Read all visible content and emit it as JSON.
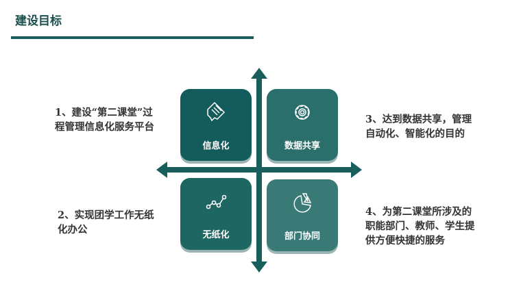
{
  "title": "建设目标",
  "goals": [
    "1、建设“第二课堂”过程管理信息化服务平台",
    "2、实现团学工作无纸化办公",
    "3、达到数据共享，管理自动化、智能化的目的",
    "4、为第二课堂所涉及的职能部门、教师、学生提供方便快捷的服务"
  ],
  "quadrants": [
    {
      "label": "信息化",
      "icon": "document-icon",
      "color": "#145c5b"
    },
    {
      "label": "数据共享",
      "icon": "gear-icon",
      "color": "#2b6f6c"
    },
    {
      "label": "无纸化",
      "icon": "line-chart-icon",
      "color": "#1e6662"
    },
    {
      "label": "部门协同",
      "icon": "pie-chart-icon",
      "color": "#3a7a76"
    }
  ]
}
